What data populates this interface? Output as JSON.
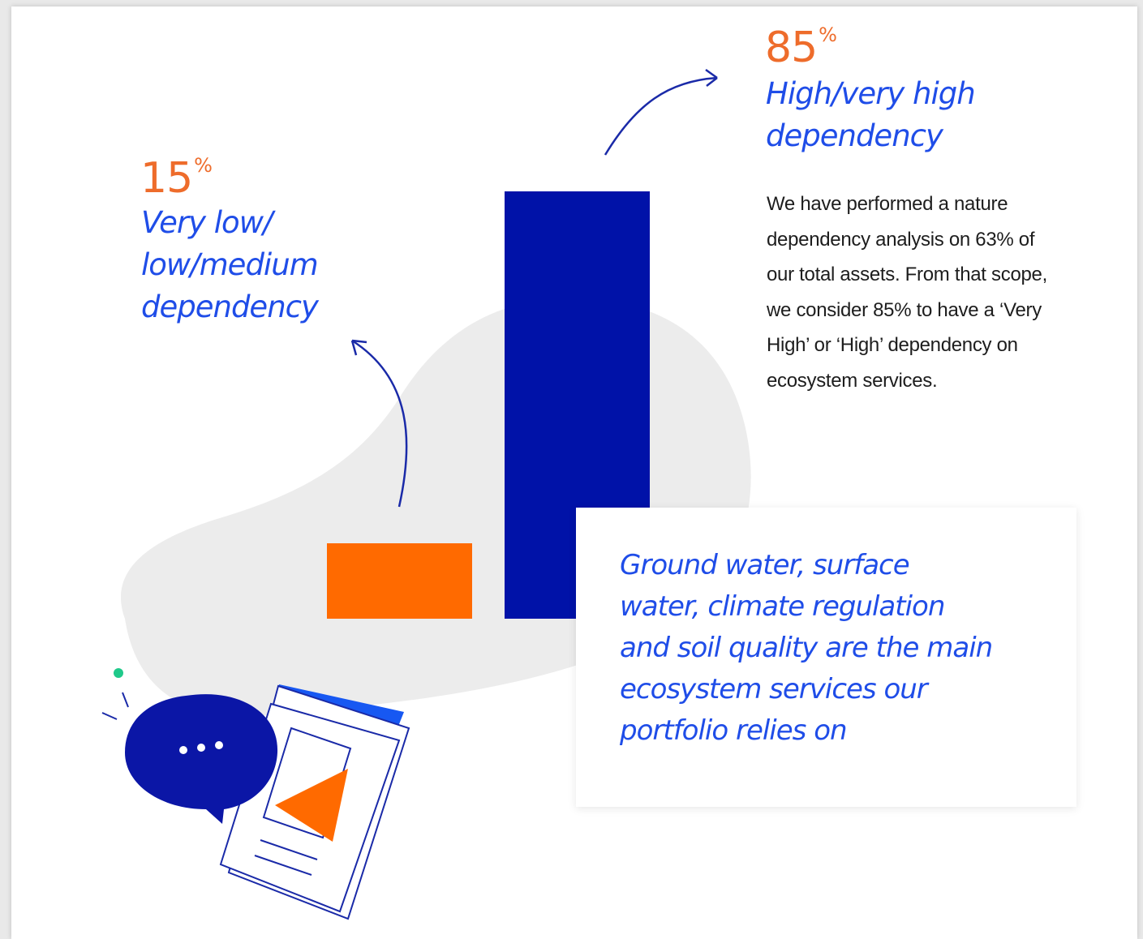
{
  "colors": {
    "high": "#0012a8",
    "low": "#ff6a00",
    "accent_text": "#1f4de8",
    "percent_text": "#ee6c2b",
    "blob": "#ececec"
  },
  "chart_data": {
    "type": "bar",
    "categories": [
      "Very low/\nlow/medium\ndependency",
      "High/very high\ndependency"
    ],
    "values": [
      15,
      85
    ],
    "value_labels": [
      "15",
      "85"
    ],
    "unit": "%",
    "colors": [
      "#ff6a00",
      "#0012a8"
    ],
    "ylim": [
      0,
      100
    ],
    "grid": false,
    "legend": "none"
  },
  "description": "We have performed a nature\ndependency analysis on 63% of\nour total assets. From that scope,\nwe consider 85% to have a ‘Very\nHigh’ or ‘High’ dependency on\necosystem services.",
  "callout": {
    "text": "Ground water, surface\nwater, climate regulation\nand soil quality are the main\necosystem services our\nportfolio relies on"
  },
  "illustration": {
    "icons": [
      "speech-bubble-icon",
      "document-icon"
    ]
  }
}
